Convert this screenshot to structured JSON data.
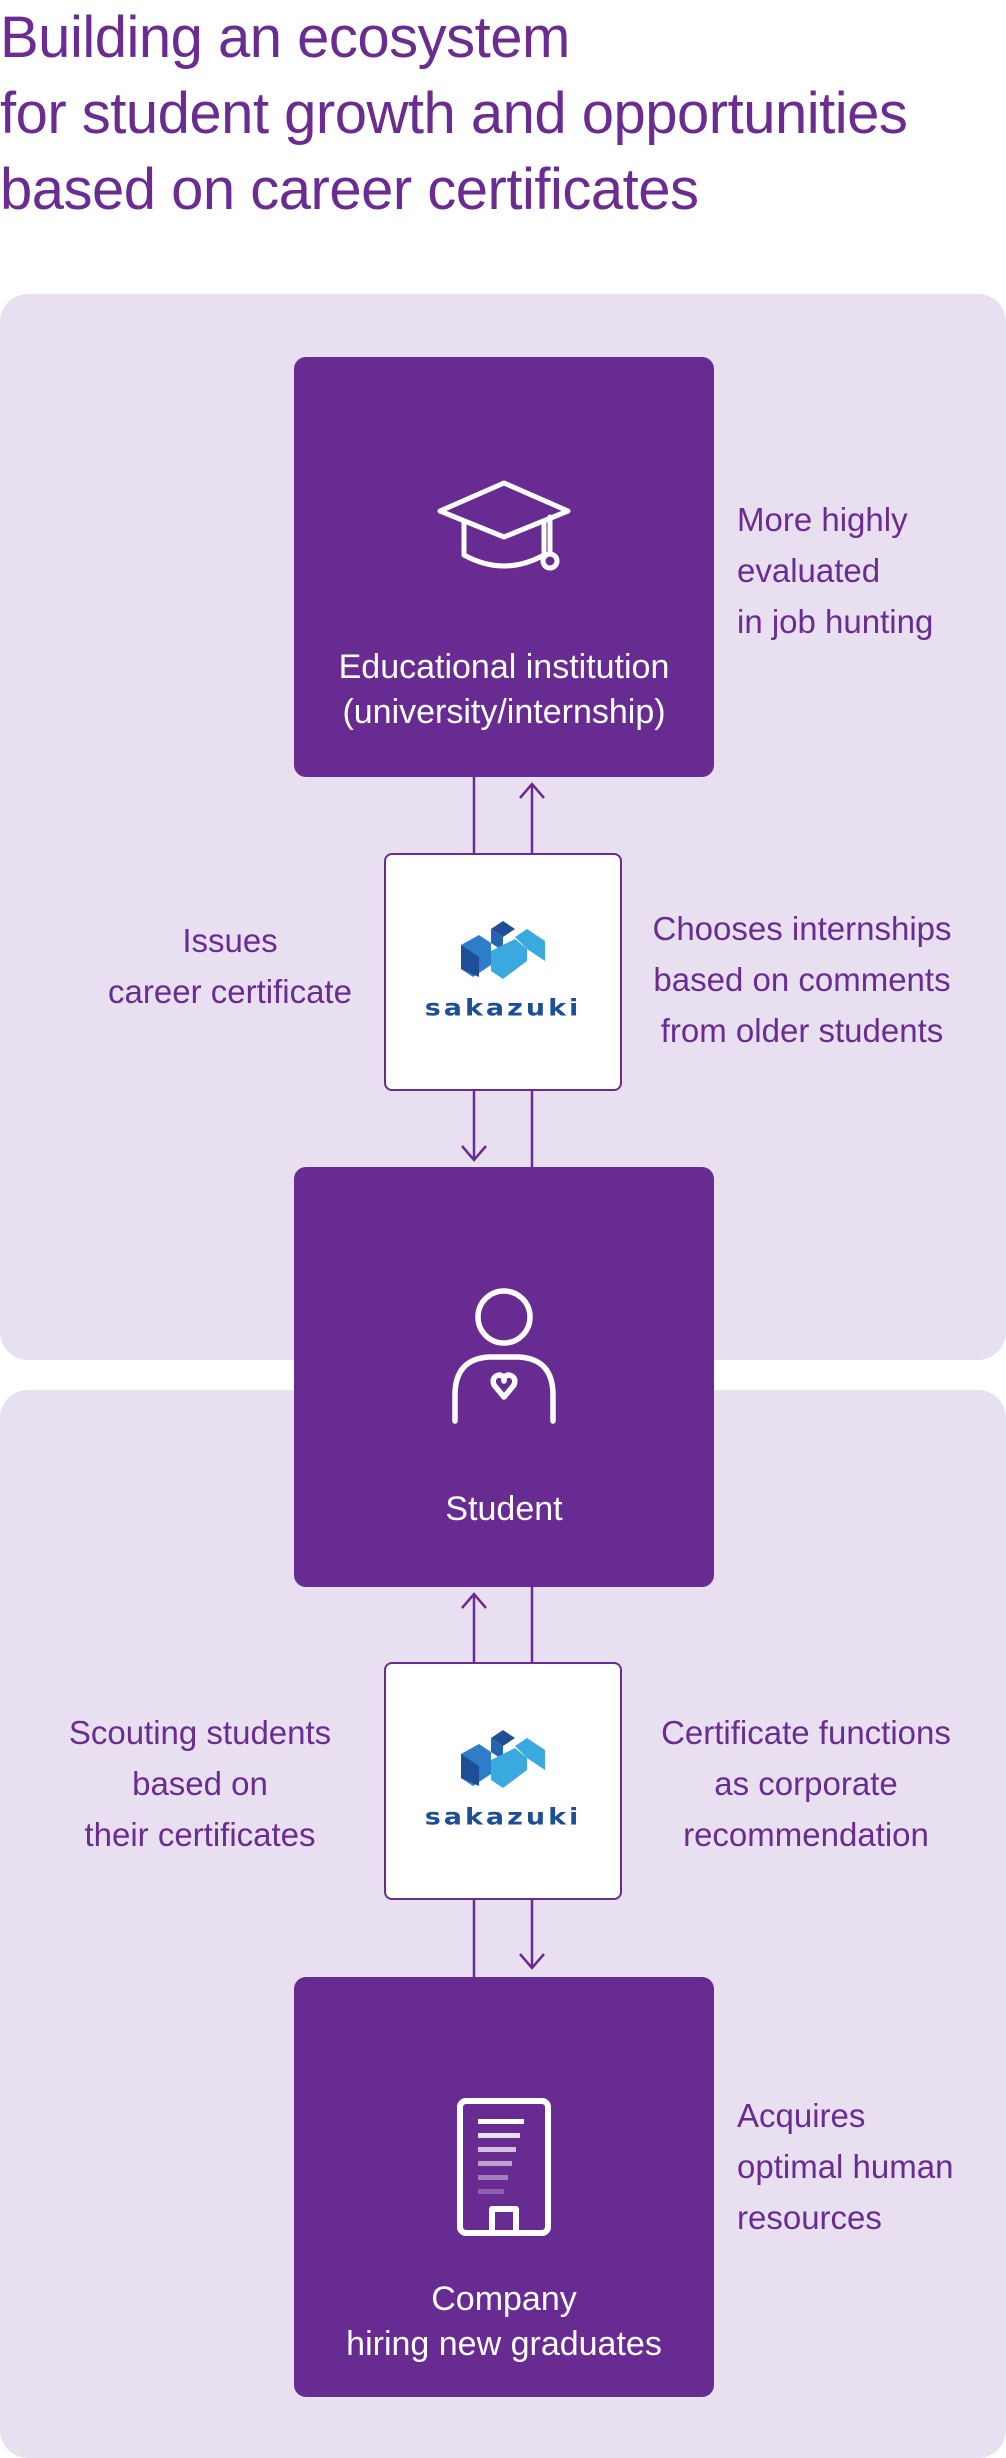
{
  "title": {
    "line1": "Building an ecosystem",
    "line2": "for student growth and opportunities",
    "line3": " based on career certificates"
  },
  "nodes": {
    "education": {
      "line1": "Educational institution",
      "line2": "(university/internship)",
      "icon": "graduation-cap-icon"
    },
    "student": {
      "label": "Student",
      "icon": "person-heart-icon"
    },
    "company": {
      "line1": "Company",
      "line2": "hiring new graduates",
      "icon": "office-building-icon"
    }
  },
  "hubs": {
    "top": {
      "logo_text": "sakazuki",
      "icon": "sakazuki-logo-icon"
    },
    "bottom": {
      "logo_text": "sakazuki",
      "icon": "sakazuki-logo-icon"
    }
  },
  "annotations": {
    "education_right": [
      "More highly",
      "evaluated",
      "in job hunting"
    ],
    "top_left": [
      "Issues",
      "career certificate"
    ],
    "top_right": [
      "Chooses internships",
      "based on comments",
      "from older students"
    ],
    "bottom_left": [
      "Scouting students",
      "based on",
      "their certificates"
    ],
    "bottom_right": [
      "Certificate functions",
      "as corporate",
      "recommendation"
    ],
    "company_right": [
      "Acquires",
      "optimal human",
      "resources"
    ]
  },
  "colors": {
    "primary": "#682b91",
    "panel": "#e8e0f0",
    "logo_dark": "#1e4f96",
    "logo_light": "#3aa9e0"
  }
}
